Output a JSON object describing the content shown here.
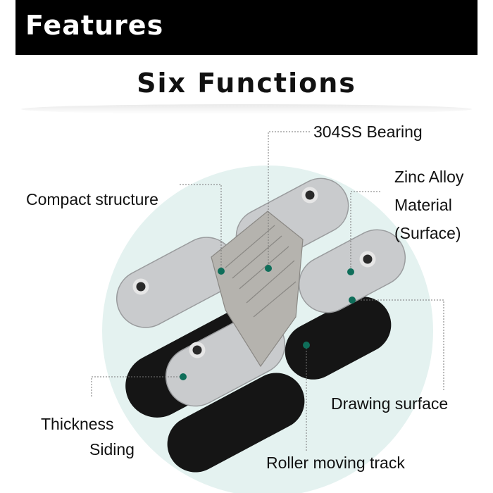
{
  "header": {
    "title": "Features"
  },
  "subtitle": "Six Functions",
  "callouts": {
    "bearing": "304SS Bearing",
    "compact": "Compact structure",
    "zinc_line1": "Zinc Alloy",
    "zinc_line2": "Material",
    "zinc_line3": "(Surface)",
    "drawing": "Drawing surface",
    "thickness_line1": "Thickness",
    "thickness_line2": "Siding",
    "roller": "Roller moving track"
  },
  "colors": {
    "marker": "#0f6e5a",
    "banner": "#000000",
    "backdrop": "#e4f2f0"
  }
}
